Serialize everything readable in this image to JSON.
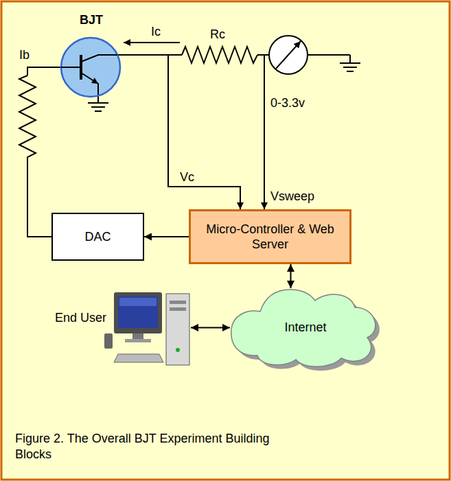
{
  "diagram": {
    "caption": "Figure 2. The Overall BJT Experiment Building Blocks",
    "nodes": [
      {
        "text": [
          "BJT"
        ]
      },
      {
        "text": [
          "DAC"
        ]
      },
      {
        "text": [
          "Micro-Controller & Web Server"
        ]
      },
      {
        "text": [
          "End User"
        ]
      },
      {
        "text": [
          "Internet"
        ]
      }
    ],
    "edges": [
      {
        "from": 2,
        "to": 1,
        "arrow": "to"
      },
      {
        "from": 2,
        "to": 4,
        "arrow": "both"
      },
      {
        "from": 3,
        "to": 4,
        "arrow": "both"
      }
    ],
    "labels": [
      "Ib",
      "Ic",
      "Rc",
      "0-3.3v",
      "Vc",
      "Vsweep"
    ]
  }
}
